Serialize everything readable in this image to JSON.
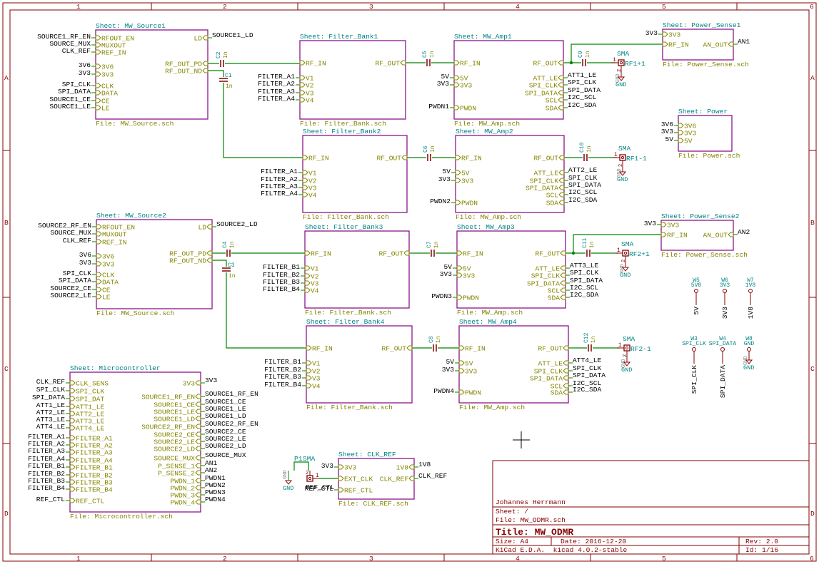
{
  "colors": {
    "sheet_border": "#840084",
    "pin_text": "#848400",
    "sheet_name": "#008484",
    "wire": "#008400",
    "component": "#840000",
    "frame": "#840000"
  },
  "frame": {
    "columns": [
      "1",
      "2",
      "3",
      "4",
      "5",
      "6"
    ],
    "rows": [
      "A",
      "B",
      "C",
      "D"
    ]
  },
  "title_block": {
    "author": "Johannes Herrmann",
    "sheet": "Sheet: /",
    "file": "File: MW_ODMR.sch",
    "title": "Title: MW_ODMR",
    "size": "Size: A4",
    "date": "Date: 2016-12-20",
    "rev": "Rev: 2.0",
    "tool": "KiCad E.D.A.  kicad 4.0.2-stable",
    "id": "Id: 1/16"
  },
  "sheets": [
    {
      "title": "Sheet: MW_Source1",
      "file": "File: MW_Source.sch",
      "left": [
        {
          "pin": "RFOUT_EN",
          "net": "SOURCE1_RF_EN"
        },
        {
          "pin": "MUXOUT",
          "net": "SOURCE_MUX"
        },
        {
          "pin": "REF_IN",
          "net": "CLK_REF"
        },
        {
          "pin": "3V6",
          "net": "3V6"
        },
        {
          "pin": "3V3",
          "net": "3V3"
        },
        {
          "pin": "CLK",
          "net": "SPI_CLK"
        },
        {
          "pin": "DATA",
          "net": "SPI_DATA"
        },
        {
          "pin": "CE",
          "net": "SOURCE1_CE"
        },
        {
          "pin": "LE",
          "net": "SOURCE1_LE"
        }
      ],
      "right": [
        {
          "pin": "LD",
          "net": "SOURCE1_LD"
        },
        {
          "pin": "RF_OUT_PD",
          "net": ""
        },
        {
          "pin": "RF_OUT_ND",
          "net": ""
        }
      ]
    },
    {
      "title": "Sheet: Filter_Bank1",
      "file": "File: Filter_Bank.sch",
      "left": [
        {
          "pin": "RF_IN",
          "net": ""
        },
        {
          "pin": "V1",
          "net": "FILTER_A1"
        },
        {
          "pin": "V2",
          "net": "FILTER_A2"
        },
        {
          "pin": "V3",
          "net": "FILTER_A3"
        },
        {
          "pin": "V4",
          "net": "FILTER_A4"
        }
      ],
      "right": [
        {
          "pin": "RF_OUT",
          "net": ""
        }
      ]
    },
    {
      "title": "Sheet: MW_Amp1",
      "file": "File: MW_Amp.sch",
      "left": [
        {
          "pin": "RF_IN",
          "net": ""
        },
        {
          "pin": "5V",
          "net": "5V"
        },
        {
          "pin": "3V3",
          "net": "3V3"
        },
        {
          "pin": "PWDN",
          "net": "PWDN1"
        }
      ],
      "right": [
        {
          "pin": "RF_OUT",
          "net": ""
        },
        {
          "pin": "ATT_LE",
          "net": "ATT1_LE"
        },
        {
          "pin": "SPI_CLK",
          "net": "SPI_CLK"
        },
        {
          "pin": "SPI_DATA",
          "net": "SPI_DATA"
        },
        {
          "pin": "SCL",
          "net": "I2C_SCL"
        },
        {
          "pin": "SDA",
          "net": "I2C_SDA"
        }
      ]
    },
    {
      "title": "Sheet: Filter_Bank2",
      "file": "File: Filter_Bank.sch",
      "left": [
        {
          "pin": "RF_IN",
          "net": ""
        },
        {
          "pin": "V1",
          "net": "FILTER_A1"
        },
        {
          "pin": "V2",
          "net": "FILTER_A2"
        },
        {
          "pin": "V3",
          "net": "FILTER_A3"
        },
        {
          "pin": "V4",
          "net": "FILTER_A4"
        }
      ],
      "right": [
        {
          "pin": "RF_OUT",
          "net": ""
        }
      ]
    },
    {
      "title": "Sheet: MW_Amp2",
      "file": "File: MW_Amp.sch",
      "left": [
        {
          "pin": "RF_IN",
          "net": ""
        },
        {
          "pin": "5V",
          "net": "5V"
        },
        {
          "pin": "3V3",
          "net": "3V3"
        },
        {
          "pin": "PWDN",
          "net": "PWDN2"
        }
      ],
      "right": [
        {
          "pin": "RF_OUT",
          "net": ""
        },
        {
          "pin": "ATT_LE",
          "net": "ATT2_LE"
        },
        {
          "pin": "SPI_CLK",
          "net": "SPI_CLK"
        },
        {
          "pin": "SPI_DATA",
          "net": "SPI_DATA"
        },
        {
          "pin": "SCL",
          "net": "I2C_SCL"
        },
        {
          "pin": "SDA",
          "net": "I2C_SDA"
        }
      ]
    },
    {
      "title": "Sheet: MW_Source2",
      "file": "File: MW_Source.sch",
      "left": [
        {
          "pin": "RFOUT_EN",
          "net": "SOURCE2_RF_EN"
        },
        {
          "pin": "MUXOUT",
          "net": "SOURCE_MUX"
        },
        {
          "pin": "REF_IN",
          "net": "CLK_REF"
        },
        {
          "pin": "3V6",
          "net": "3V6"
        },
        {
          "pin": "3V3",
          "net": "3V3"
        },
        {
          "pin": "CLK",
          "net": "SPI_CLK"
        },
        {
          "pin": "DATA",
          "net": "SPI_DATA"
        },
        {
          "pin": "CE",
          "net": "SOURCE2_CE"
        },
        {
          "pin": "LE",
          "net": "SOURCE2_LE"
        }
      ],
      "right": [
        {
          "pin": "LD",
          "net": "SOURCE2_LD"
        },
        {
          "pin": "RF_OUT_PD",
          "net": ""
        },
        {
          "pin": "RF_OUT_ND",
          "net": ""
        }
      ]
    },
    {
      "title": "Sheet: Filter_Bank3",
      "file": "File: Filter_Bank.sch",
      "left": [
        {
          "pin": "RF_IN",
          "net": ""
        },
        {
          "pin": "V1",
          "net": "FILTER_B1"
        },
        {
          "pin": "V2",
          "net": "FILTER_B2"
        },
        {
          "pin": "V3",
          "net": "FILTER_B3"
        },
        {
          "pin": "V4",
          "net": "FILTER_B4"
        }
      ],
      "right": [
        {
          "pin": "RF_OUT",
          "net": ""
        }
      ]
    },
    {
      "title": "Sheet: MW_Amp3",
      "file": "File: MW_Amp.sch",
      "left": [
        {
          "pin": "RF_IN",
          "net": ""
        },
        {
          "pin": "5V",
          "net": "5V"
        },
        {
          "pin": "3V3",
          "net": "3V3"
        },
        {
          "pin": "PWDN",
          "net": "PWDN3"
        }
      ],
      "right": [
        {
          "pin": "RF_OUT",
          "net": ""
        },
        {
          "pin": "ATT_LE",
          "net": "ATT3_LE"
        },
        {
          "pin": "SPI_CLK",
          "net": "SPI_CLK"
        },
        {
          "pin": "SPI_DATA",
          "net": "SPI_DATA"
        },
        {
          "pin": "SCL",
          "net": "I2C_SCL"
        },
        {
          "pin": "SDA",
          "net": "I2C_SDA"
        }
      ]
    },
    {
      "title": "Sheet: Filter_Bank4",
      "file": "File: Filter_Bank.sch",
      "left": [
        {
          "pin": "RF_IN",
          "net": ""
        },
        {
          "pin": "V1",
          "net": "FILTER_B1"
        },
        {
          "pin": "V2",
          "net": "FILTER_B2"
        },
        {
          "pin": "V3",
          "net": "FILTER_B3"
        },
        {
          "pin": "V4",
          "net": "FILTER_B4"
        }
      ],
      "right": [
        {
          "pin": "RF_OUT",
          "net": ""
        }
      ]
    },
    {
      "title": "Sheet: MW_Amp4",
      "file": "File: MW_Amp.sch",
      "left": [
        {
          "pin": "RF_IN",
          "net": ""
        },
        {
          "pin": "5V",
          "net": "5V"
        },
        {
          "pin": "3V3",
          "net": "3V3"
        },
        {
          "pin": "PWDN",
          "net": "PWDN4"
        }
      ],
      "right": [
        {
          "pin": "RF_OUT",
          "net": ""
        },
        {
          "pin": "ATT_LE",
          "net": "ATT4_LE"
        },
        {
          "pin": "SPI_CLK",
          "net": "SPI_CLK"
        },
        {
          "pin": "SPI_DATA",
          "net": "SPI_DATA"
        },
        {
          "pin": "SCL",
          "net": "I2C_SCL"
        },
        {
          "pin": "SDA",
          "net": "I2C_SDA"
        }
      ]
    },
    {
      "title": "Sheet: Power_Sense1",
      "file": "File: Power_Sense.sch",
      "left": [
        {
          "pin": "3V3",
          "net": "3V3"
        },
        {
          "pin": "RF_IN",
          "net": ""
        }
      ],
      "right": [
        {
          "pin": "AN_OUT",
          "net": "AN1"
        }
      ]
    },
    {
      "title": "Sheet: Power",
      "file": "File: Power.sch",
      "left": [
        {
          "pin": "3V6",
          "net": "3V6"
        },
        {
          "pin": "3V3",
          "net": "3V3"
        },
        {
          "pin": "5V",
          "net": "5V"
        }
      ],
      "right": []
    },
    {
      "title": "Sheet: Power_Sense2",
      "file": "File: Power_Sense.sch",
      "left": [
        {
          "pin": "3V3",
          "net": "3V3"
        },
        {
          "pin": "RF_IN",
          "net": ""
        }
      ],
      "right": [
        {
          "pin": "AN_OUT",
          "net": "AN2"
        }
      ]
    },
    {
      "title": "Sheet: Microcontroller",
      "file": "File: Microcontroller.sch",
      "left": [
        {
          "pin": "CLK_SENS",
          "net": "CLK_REF"
        },
        {
          "pin": "SPI_CLK",
          "net": "SPI_CLK"
        },
        {
          "pin": "SPI_DAT",
          "net": "SPI_DATA"
        },
        {
          "pin": "ATT1_LE",
          "net": "ATT1_LE"
        },
        {
          "pin": "ATT2_LE",
          "net": "ATT2_LE"
        },
        {
          "pin": "ATT3_LE",
          "net": "ATT3_LE"
        },
        {
          "pin": "ATT4_LE",
          "net": "ATT4_LE"
        },
        {
          "pin": "FILTER_A1",
          "net": "FILTER_A1"
        },
        {
          "pin": "FILTER_A2",
          "net": "FILTER_A2"
        },
        {
          "pin": "FILTER_A3",
          "net": "FILTER_A3"
        },
        {
          "pin": "FILTER_A4",
          "net": "FILTER_A4"
        },
        {
          "pin": "FILTER_B1",
          "net": "FILTER_B1"
        },
        {
          "pin": "FILTER_B2",
          "net": "FILTER_B2"
        },
        {
          "pin": "FILTER_B3",
          "net": "FILTER_B3"
        },
        {
          "pin": "FILTER_B4",
          "net": "FILTER_B4"
        },
        {
          "pin": "REF_CTL",
          "net": "REF_CTL"
        }
      ],
      "right": [
        {
          "pin": "3V3",
          "net": "3V3"
        },
        {
          "pin": "SOURCE1_RF_EN",
          "net": "SOURCE1_RF_EN"
        },
        {
          "pin": "SOURCE1_CE",
          "net": "SOURCE1_CE"
        },
        {
          "pin": "SOURCE1_LE",
          "net": "SOURCE1_LE"
        },
        {
          "pin": "SOURCE1_LD",
          "net": "SOURCE1_LD"
        },
        {
          "pin": "SOURCE2_RF_EN",
          "net": "SOURCE2_RF_EN"
        },
        {
          "pin": "SOURCE2_CE",
          "net": "SOURCE2_CE"
        },
        {
          "pin": "SOURCE2_LE",
          "net": "SOURCE2_LE"
        },
        {
          "pin": "SOURCE2_LD",
          "net": "SOURCE2_LD"
        },
        {
          "pin": "SOURCE_MUX",
          "net": "SOURCE_MUX"
        },
        {
          "pin": "P_SENSE_1",
          "net": "AN1"
        },
        {
          "pin": "P_SENSE_2",
          "net": "AN2"
        },
        {
          "pin": "PWDN_1",
          "net": "PWDN1"
        },
        {
          "pin": "PWDN_2",
          "net": "PWDN2"
        },
        {
          "pin": "PWDN_3",
          "net": "PWDN3"
        },
        {
          "pin": "PWDN_4",
          "net": "PWDN4"
        }
      ]
    },
    {
      "title": "Sheet: CLK_REF",
      "file": "File: CLK_REF.sch",
      "left": [
        {
          "pin": "3V3",
          "net": "3V3"
        },
        {
          "pin": "EXT_CLK",
          "net": ""
        },
        {
          "pin": "REF_CTL",
          "net": "REF_CTL"
        }
      ],
      "right": [
        {
          "pin": "1V8",
          "net": "1V8"
        },
        {
          "pin": "CLK_REF",
          "net": "CLK_REF"
        }
      ]
    }
  ],
  "capacitors": [
    {
      "ref": "C2",
      "value": "1n"
    },
    {
      "ref": "C1",
      "value": "1n"
    },
    {
      "ref": "C5",
      "value": "1n"
    },
    {
      "ref": "C6",
      "value": "1n"
    },
    {
      "ref": "C9",
      "value": "1n"
    },
    {
      "ref": "C10",
      "value": "1n"
    },
    {
      "ref": "C4",
      "value": "1n"
    },
    {
      "ref": "C3",
      "value": "1n"
    },
    {
      "ref": "C7",
      "value": "1n"
    },
    {
      "ref": "C8",
      "value": "1n"
    },
    {
      "ref": "C11",
      "value": "1n"
    },
    {
      "ref": "C12",
      "value": "1n"
    }
  ],
  "connectors": [
    {
      "value": "SMA",
      "ref": "RF1+1",
      "pin1": "1",
      "pin2": "2",
      "gnd_pin": "GND",
      "gnd": "GND"
    },
    {
      "value": "SMA",
      "ref": "RF1-1",
      "pin1": "1",
      "pin2": "2",
      "gnd_pin": "GND",
      "gnd": "GND"
    },
    {
      "value": "SMA",
      "ref": "RF2+1",
      "pin1": "1",
      "pin2": "2",
      "gnd_pin": "GND",
      "gnd": "GND"
    },
    {
      "value": "SMA",
      "ref": "RF2-1",
      "pin1": "1",
      "pin2": "2",
      "gnd_pin": "GND",
      "gnd": "GND"
    }
  ],
  "p1": {
    "ref": "P1",
    "value": "SMA",
    "pin1": "1",
    "pin2": "2",
    "gnd_pin": "GND",
    "gnd": "GND",
    "net": "REF_CTL"
  },
  "testpoints": [
    {
      "ref": "W5",
      "value": "5V0",
      "net": "5V"
    },
    {
      "ref": "W6",
      "value": "3V3",
      "net": "3V3"
    },
    {
      "ref": "W7",
      "value": "1V8",
      "net": "1V8"
    },
    {
      "ref": "W3",
      "value": "SPI_CLK",
      "net": "SPI_CLK"
    },
    {
      "ref": "W4",
      "value": "SPI_DATA",
      "net": "SPI_DATA"
    },
    {
      "ref": "W8",
      "value": "GND",
      "net": "GND",
      "gnd_pin": "GND"
    }
  ]
}
